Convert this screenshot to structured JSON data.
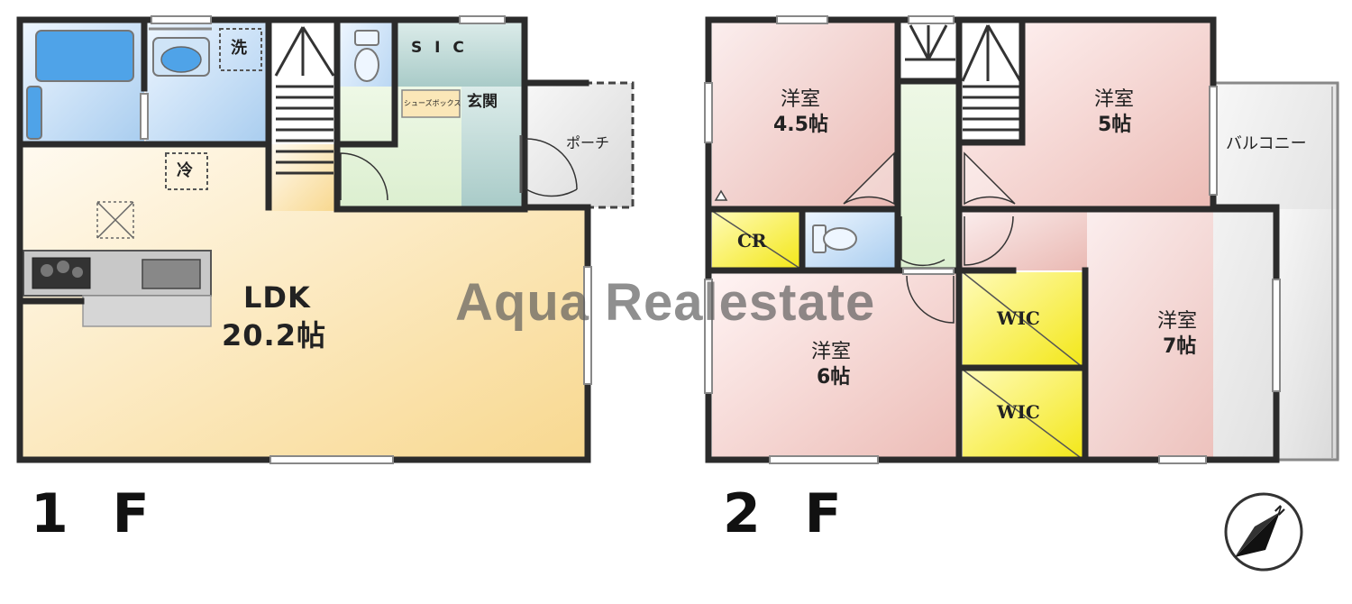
{
  "floors": {
    "first": {
      "label": "1 F",
      "rooms": {
        "ldk_name": "LDK",
        "ldk_size": "20.2帖",
        "sic": "S I C",
        "genkan": "玄関",
        "porch": "ポーチ",
        "shoebox": "シューズボックス",
        "laundry": "洗",
        "fridge": "冷"
      }
    },
    "second": {
      "label": "2 F",
      "rooms": {
        "room_a_name": "洋室",
        "room_a_size": "4.5帖",
        "room_b_name": "洋室",
        "room_b_size": "5帖",
        "room_c_name": "洋室",
        "room_c_size": "6帖",
        "room_d_name": "洋室",
        "room_d_size": "7帖",
        "balcony": "バルコニー",
        "cr": "CR",
        "wic_1": "WIC",
        "wic_2": "WIC"
      }
    }
  },
  "watermark": "Aqua Realestate",
  "compass_letter": "N",
  "colors": {
    "wall": "#2b2b2b",
    "ldk_fill": "#fbe6b6",
    "bedroom_fill": "#f1c8c2",
    "water_fill": "#b9d8f3",
    "entry_fill": "#bcd9d6",
    "storage_fill": "#f4ee35",
    "porch_fill": "#e6e6e6"
  }
}
